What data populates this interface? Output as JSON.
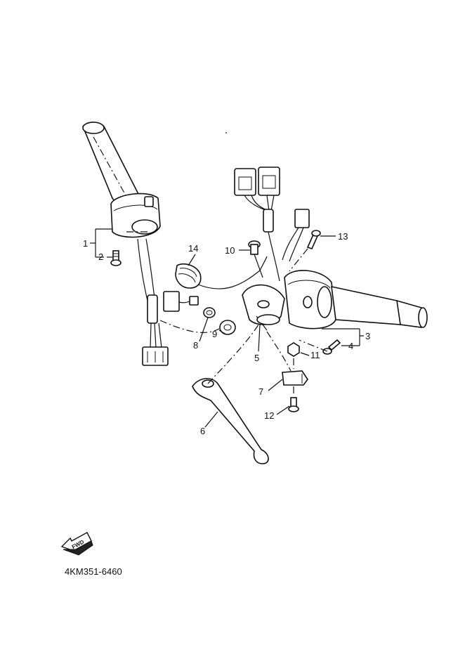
{
  "callouts": [
    {
      "id": "1",
      "text": "1"
    },
    {
      "id": "2",
      "text": "2"
    },
    {
      "id": "3",
      "text": "3"
    },
    {
      "id": "4",
      "text": "4"
    },
    {
      "id": "5",
      "text": "5"
    },
    {
      "id": "6",
      "text": "6"
    },
    {
      "id": "7",
      "text": "7"
    },
    {
      "id": "8",
      "text": "8"
    },
    {
      "id": "9",
      "text": "9"
    },
    {
      "id": "10",
      "text": "10"
    },
    {
      "id": "11",
      "text": "11"
    },
    {
      "id": "12",
      "text": "12"
    },
    {
      "id": "13",
      "text": "13"
    },
    {
      "id": "14",
      "text": "14"
    }
  ],
  "fwd_badge": "FWD",
  "drawing_code": "4KM351-6460"
}
